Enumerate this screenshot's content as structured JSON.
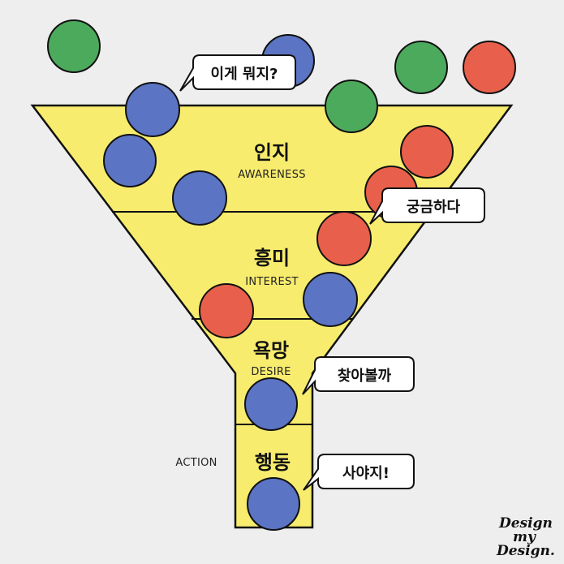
{
  "colors": {
    "background": "#eeeeee",
    "funnel": "#f7ec6e",
    "outline": "#111111",
    "green": "#4caa5c",
    "blue": "#5b74c4",
    "red": "#e8604b"
  },
  "stages": [
    {
      "ko": "인지",
      "en": "AWARENESS"
    },
    {
      "ko": "흥미",
      "en": "INTEREST"
    },
    {
      "ko": "욕망",
      "en": "DESIRE"
    },
    {
      "ko": "행동",
      "en": "ACTION"
    }
  ],
  "bubbles": [
    "이게 뭐지?",
    "궁금하다",
    "찾아볼까",
    "사야지!"
  ],
  "logo": [
    "Design",
    "my",
    "Design."
  ]
}
